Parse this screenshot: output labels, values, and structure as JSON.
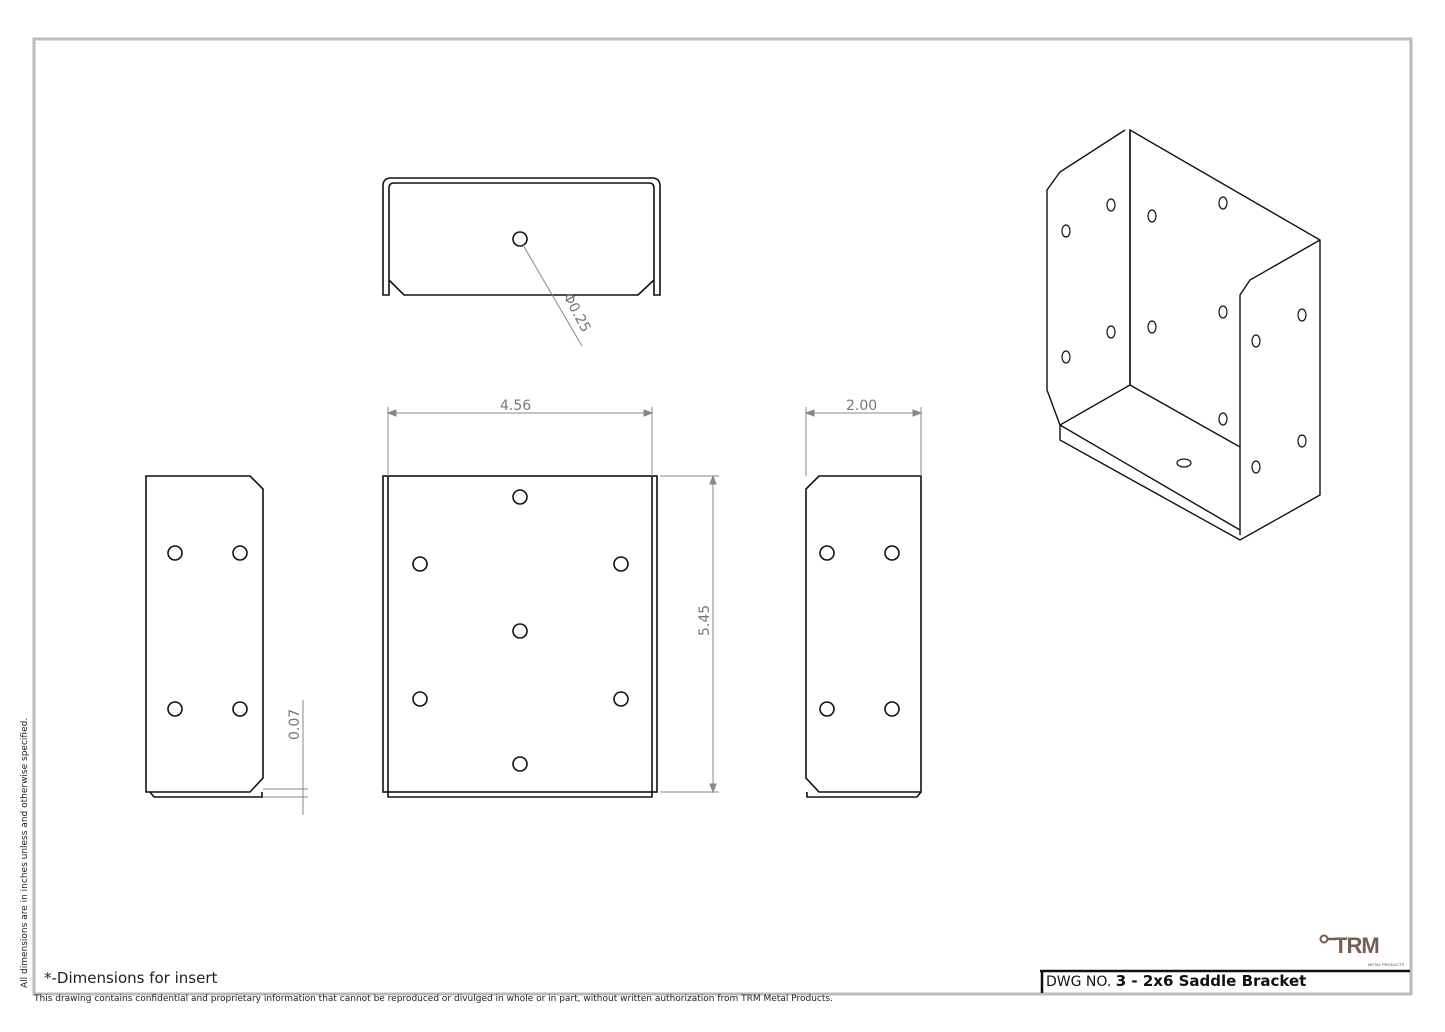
{
  "title_block": {
    "dwg_label": "DWG NO.",
    "dwg_title": "3 - 2x6 Saddle Bracket"
  },
  "notes": {
    "insert": "*-Dimensions for insert",
    "units": "All dimensions are in inches unless and otherwise specified.",
    "confidential": "This drawing contains confidential and proprietary information that cannot be reproduced or divulged in whole or in part, without written authorization from TRM Metal Products."
  },
  "logo": {
    "text": "TRM",
    "subtext": "METAL PRODUCTS",
    "color": "#7a5c50"
  },
  "dimensions": {
    "hole_diameter": "Φ0.25",
    "width": "4.56",
    "height": "5.45",
    "depth": "2.00",
    "thickness": "0.07"
  }
}
